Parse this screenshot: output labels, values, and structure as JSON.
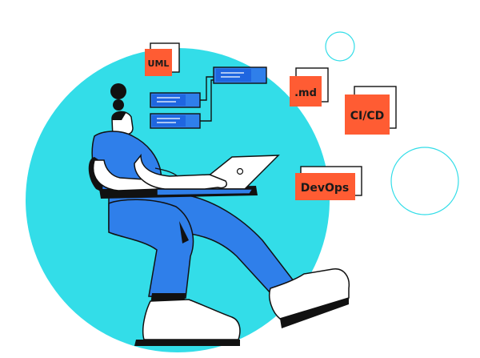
{
  "labels": {
    "uml": "UML",
    "md": ".md",
    "cicd": "CI/CD",
    "devops": "DevOps"
  },
  "colors": {
    "cyan": "#33DDE8",
    "blue": "#2F7FEA",
    "deep_blue": "#1F66E0",
    "orange": "#FF5C33",
    "ink": "#111111",
    "skin": "#FFFFFF",
    "ring": "#33DDE8"
  },
  "icons": {
    "person": "person-with-laptop-illustration",
    "laptop": "laptop-icon",
    "document": "document-icon",
    "connector": "connector-lines"
  }
}
